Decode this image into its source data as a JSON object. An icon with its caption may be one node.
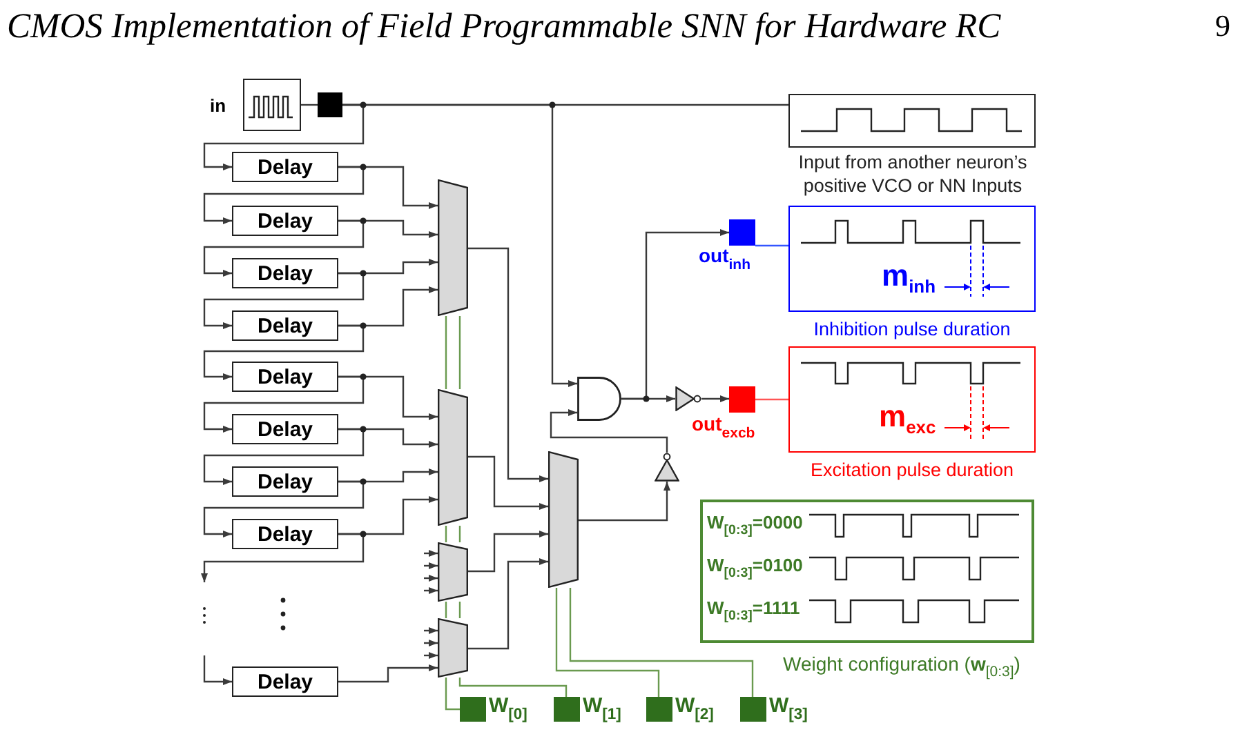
{
  "diagram": {
    "title": "CMOS Implementation of Field Programmable SNN for Hardware RC",
    "nodes": [
      {
        "text": [],
        "shape": "box",
        "beside": [
          "in"
        ]
      },
      {
        "text": [],
        "shape": "box"
      },
      {
        "text": [],
        "shape": "box",
        "beside": [
          "Input from another neuron’s positive VCO or NN Inputs"
        ]
      },
      {
        "text": [
          "Delay"
        ]
      },
      {
        "text": [
          "Delay"
        ]
      },
      {
        "text": [
          "Delay"
        ]
      },
      {
        "text": [
          "Delay"
        ]
      },
      {
        "text": [
          "Delay"
        ]
      },
      {
        "text": [
          "Delay"
        ]
      },
      {
        "text": [
          "Delay"
        ]
      },
      {
        "text": [
          "Delay"
        ]
      },
      {
        "text": [
          "Delay"
        ]
      },
      {
        "text": [],
        "shape": "trapezoid"
      },
      {
        "text": [],
        "shape": "trapezoid"
      },
      {
        "text": [],
        "shape": "trapezoid"
      },
      {
        "text": [],
        "shape": "trapezoid"
      },
      {
        "text": [],
        "shape": "trapezoid"
      },
      {
        "text": [],
        "shape": "triangle"
      },
      {
        "text": [],
        "shape": "gate"
      },
      {
        "text": [],
        "shape": "triangle"
      },
      {
        "text": [],
        "shape": "box",
        "beside": [
          "out$_{inh}$"
        ]
      },
      {
        "text": [],
        "shape": "box",
        "beside": [
          "out$_{excb}$"
        ]
      },
      {
        "text": [
          "m$_{inh}$"
        ],
        "beside": [
          "Inhibition pulse duration"
        ]
      },
      {
        "text": [
          "m$_{exc}$"
        ],
        "beside": [
          "Excitation pulse duration"
        ]
      },
      {
        "text": [
          "W$_{[0:3]}$=0000",
          "W$_{[0:3]}$=0100",
          "W$_{[0:3]}$=1111"
        ],
        "beside": [
          "Weight configuration (**w**$_{[0:3]}$)"
        ]
      },
      {
        "text": [],
        "shape": "box",
        "beside": [
          "W$_{[0]}$"
        ]
      },
      {
        "text": [],
        "shape": "box",
        "beside": [
          "W$_{[1]}$"
        ]
      },
      {
        "text": [],
        "shape": "box",
        "beside": [
          "W$_{[2]}$"
        ]
      },
      {
        "text": [],
        "shape": "box",
        "beside": [
          "W$_{[3]}$"
        ]
      }
    ],
    "edges": [
      {
        "from": 0,
        "to": 1,
        "arrow": "none"
      },
      {
        "from": 1,
        "to": 2,
        "arrow": "none"
      },
      {
        "from": 1,
        "to": 3,
        "arrow": "to"
      },
      {
        "from": 1,
        "to": 18,
        "arrow": "to"
      },
      {
        "from": 3,
        "to": 4,
        "arrow": "to"
      },
      {
        "from": 4,
        "to": 5,
        "arrow": "to"
      },
      {
        "from": 5,
        "to": 6,
        "arrow": "to"
      },
      {
        "from": 6,
        "to": 7,
        "arrow": "to"
      },
      {
        "from": 7,
        "to": 8,
        "arrow": "to"
      },
      {
        "from": 8,
        "to": 9,
        "arrow": "to"
      },
      {
        "from": 9,
        "to": 10,
        "arrow": "to"
      },
      {
        "from": 10,
        "to": null,
        "arrow": "to"
      },
      {
        "from": null,
        "to": 11,
        "arrow": "to"
      },
      {
        "from": 3,
        "to": 12,
        "arrow": "to"
      },
      {
        "from": 4,
        "to": 12,
        "arrow": "to"
      },
      {
        "from": 5,
        "to": 12,
        "arrow": "to"
      },
      {
        "from": 6,
        "to": 12,
        "arrow": "to"
      },
      {
        "from": 7,
        "to": 13,
        "arrow": "to"
      },
      {
        "from": 8,
        "to": 13,
        "arrow": "to"
      },
      {
        "from": 9,
        "to": 13,
        "arrow": "to"
      },
      {
        "from": 10,
        "to": 13,
        "arrow": "to"
      },
      {
        "from": 11,
        "to": 15,
        "arrow": "to"
      },
      {
        "from": null,
        "to": 14,
        "arrow": "to"
      },
      {
        "from": null,
        "to": 14,
        "arrow": "to"
      },
      {
        "from": null,
        "to": 14,
        "arrow": "to"
      },
      {
        "from": null,
        "to": 14,
        "arrow": "to"
      },
      {
        "from": null,
        "to": 15,
        "arrow": "to"
      },
      {
        "from": null,
        "to": 15,
        "arrow": "to"
      },
      {
        "from": null,
        "to": 15,
        "arrow": "to"
      },
      {
        "from": 12,
        "to": 16,
        "arrow": "to"
      },
      {
        "from": 13,
        "to": 16,
        "arrow": "to"
      },
      {
        "from": 14,
        "to": 16,
        "arrow": "to"
      },
      {
        "from": 15,
        "to": 16,
        "arrow": "to"
      },
      {
        "from": 16,
        "to": 17,
        "arrow": "to"
      },
      {
        "from": 17,
        "to": 18,
        "arrow": "to"
      },
      {
        "from": 18,
        "to": 19,
        "arrow": "to"
      },
      {
        "from": 18,
        "to": 20,
        "arrow": "to"
      },
      {
        "from": 19,
        "to": 21,
        "arrow": "to"
      },
      {
        "from": 20,
        "to": 22,
        "arrow": "none",
        "color": "#3355ff"
      },
      {
        "from": 21,
        "to": 23,
        "arrow": "none",
        "color": "#ff5555"
      },
      {
        "from": 25,
        "to": 15,
        "arrow": "none",
        "color": "#6a9a4f"
      },
      {
        "from": 15,
        "to": 14,
        "arrow": "none",
        "color": "#6a9a4f"
      },
      {
        "from": 14,
        "to": 13,
        "arrow": "none",
        "color": "#6a9a4f"
      },
      {
        "from": 13,
        "to": 12,
        "arrow": "none",
        "color": "#6a9a4f"
      },
      {
        "from": 26,
        "to": 15,
        "arrow": "none",
        "color": "#6a9a4f"
      },
      {
        "from": 15,
        "to": 14,
        "arrow": "none",
        "color": "#6a9a4f"
      },
      {
        "from": 14,
        "to": 13,
        "arrow": "none",
        "color": "#6a9a4f"
      },
      {
        "from": 13,
        "to": 12,
        "arrow": "none",
        "color": "#6a9a4f"
      },
      {
        "from": 16,
        "to": 27,
        "arrow": "none",
        "color": "#6a9a4f"
      },
      {
        "from": 16,
        "to": 28,
        "arrow": "none",
        "color": "#6a9a4f"
      }
    ],
    "labels": [
      "9"
    ]
  }
}
